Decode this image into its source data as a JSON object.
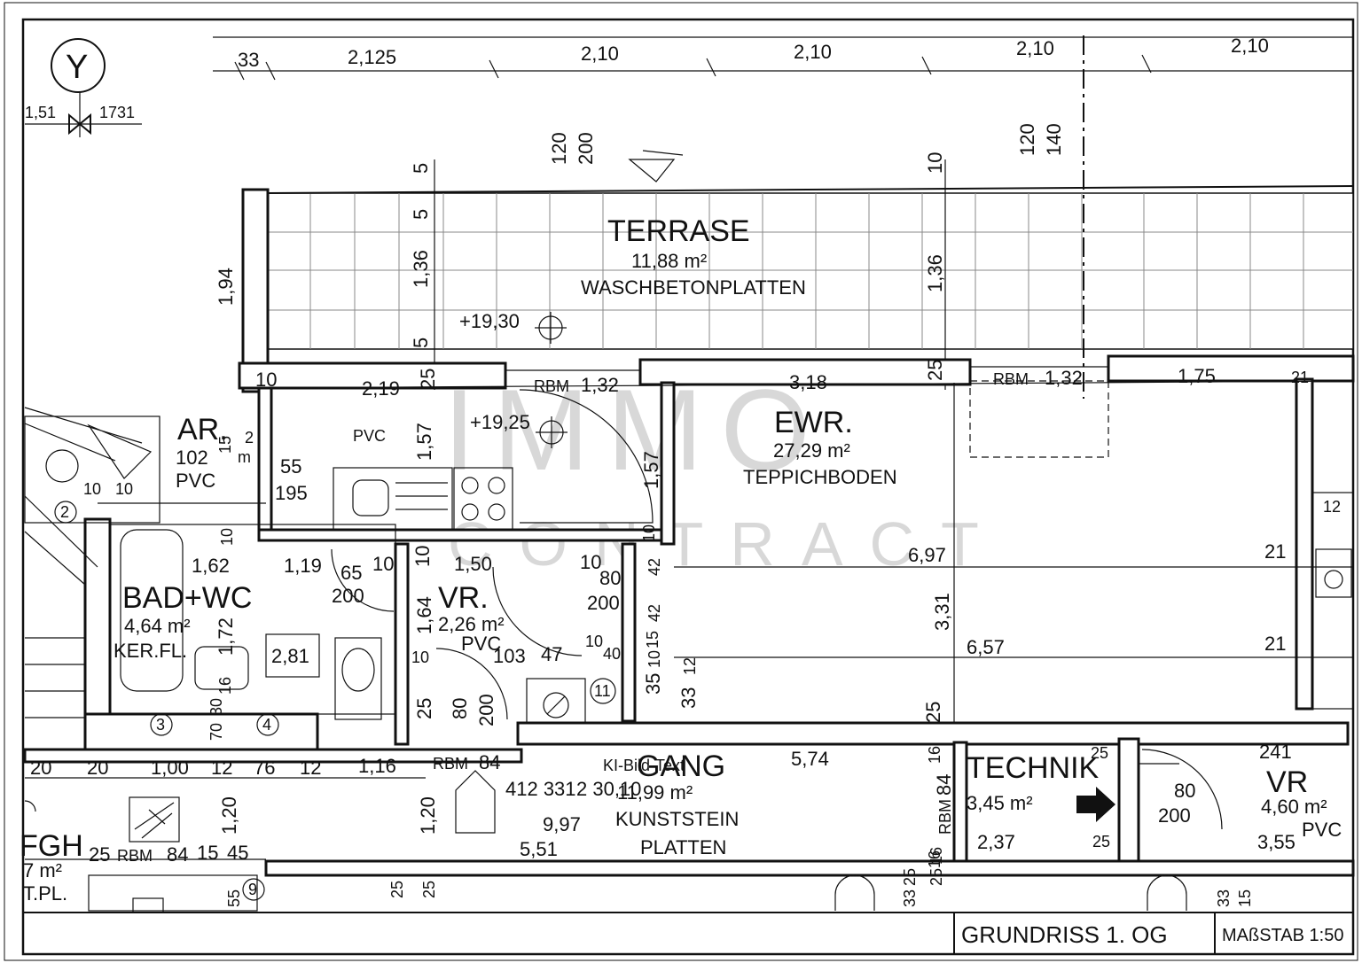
{
  "axis_marker": "Y",
  "axis_values": {
    "left": "1,51",
    "right": "1731"
  },
  "top_dimensions": [
    "33",
    "2,125",
    "2,10",
    "2,10",
    "2,10",
    "2,10"
  ],
  "vertical_dims": {
    "v1": "1,94",
    "v2": "5",
    "v3": "5",
    "v4": "1,36",
    "v5": "5",
    "v6": "120",
    "v7": "200",
    "v8": "10",
    "v9": "1,36",
    "v10": "120",
    "v11": "140"
  },
  "terrace": {
    "name": "TERRASE",
    "area": "11,88 m²",
    "material": "WASCHBETONPLATTEN",
    "level": "+19,30"
  },
  "row2_dims": {
    "d1": "10",
    "d2": "2,19",
    "d3": "25",
    "rbm1": "RBM",
    "d4": "1,32",
    "d5": "3,18",
    "d6": "25",
    "rbm2": "RBM",
    "d7": "1,32",
    "d8": "1,75",
    "d9": "21"
  },
  "storage": {
    "name": "AR.",
    "area": "102",
    "unit": "m",
    "material": "PVC",
    "d1": "15",
    "d2": "2",
    "d3": "55",
    "d4": "195",
    "d5": "10",
    "d6": "10",
    "d7": "2"
  },
  "kitchen": {
    "material": "PVC",
    "level": "+19,25",
    "d1": "1,57"
  },
  "living": {
    "name": "EWR.",
    "area": "27,29 m²",
    "material": "TEPPICHBODEN",
    "d1": "1,57",
    "d2": "6,97",
    "d3": "21",
    "d4": "6,57",
    "d5": "21",
    "d6": "3,31",
    "d7": "12",
    "d8": "25"
  },
  "bath": {
    "name": "BAD+WC",
    "area": "4,64 m²",
    "material": "KER.FL.",
    "d1": "10",
    "d2": "1,62",
    "d3": "1,19",
    "d4": "65",
    "d5": "10",
    "d6": "200",
    "d7": "1,72",
    "d8": "2,81",
    "d9": "16",
    "d10": "70",
    "d11": "30",
    "m3": "3",
    "m4": "4"
  },
  "hall_vr": {
    "name": "VR.",
    "area": "2,26 m²",
    "material": "PVC",
    "d1": "10",
    "d2": "1,50",
    "d3": "10",
    "d4": "80",
    "d5": "200",
    "d6": "1,64",
    "d7": "103",
    "d8": "47",
    "d9": "10",
    "d10": "10",
    "d11": "40",
    "d12": "10",
    "d13": "42",
    "d14": "42",
    "d15": "15",
    "d16": "35",
    "d17": "10",
    "d18": "33",
    "d19": "12",
    "d20": "25",
    "d21": "80",
    "d22": "200",
    "m11": "11"
  },
  "corridor": {
    "name": "GANG",
    "area": "11,99 m²",
    "material": "KUNSTSTEIN",
    "material2": "PLATTEN",
    "d1": "5,74",
    "d2": "412 331",
    "d3": "2 30,10",
    "d4": "9,97",
    "d5": "5,51",
    "rbm": "RBM",
    "d6": "84",
    "d7": "1,20",
    "watermark": "KI-Bild-Text"
  },
  "bottom_dims": {
    "d1": "20",
    "d2": "20",
    "d3": "1,00",
    "d4": "12",
    "d5": "76",
    "d6": "12",
    "d7": "1,16",
    "d8": "1,20",
    "d9": "25",
    "rbm": "RBM",
    "d10": "84",
    "d11": "15",
    "d12": "45",
    "d13": "55",
    "m9": "9",
    "d14": "25",
    "d15": "25",
    "d16": "33",
    "d17": "25",
    "d18": "25",
    "d19": "16",
    "d20": "33",
    "d21": "15"
  },
  "stair": {
    "name": "FGH",
    "area": "7 m²",
    "material": "T.PL.",
    "m2": "2"
  },
  "technik": {
    "name": "TECHNIK",
    "area": "3,45 m²",
    "d1": "25",
    "rbm": "RBM",
    "d2": "84",
    "d3": "2,37",
    "d4": "25",
    "d5": "16",
    "d6": "16"
  },
  "vr2": {
    "name": "VR",
    "area": "4,60 m²",
    "material": "PVC",
    "d1": "241",
    "d2": "80",
    "d3": "200",
    "d4": "3,55"
  },
  "title_block": {
    "title": "GRUNDRISS 1. OG",
    "scale": "MAßSTAB 1:50"
  },
  "watermark": {
    "line1": "IMMO",
    "line2": "CONTRACT"
  }
}
